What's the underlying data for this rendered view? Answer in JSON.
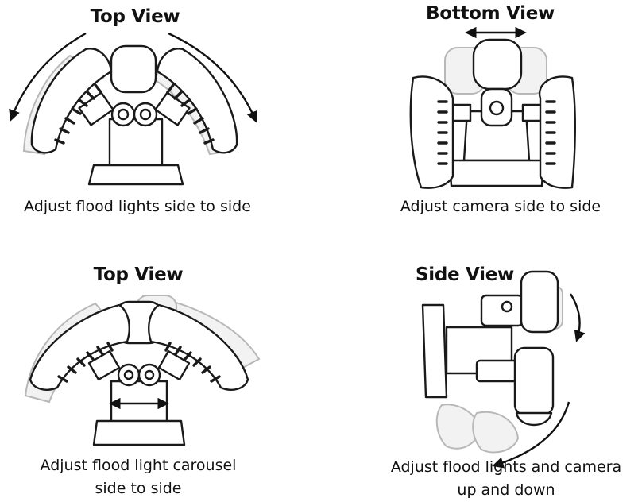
{
  "panels": {
    "p1": {
      "title": "Top View",
      "caption_lines": [
        "Adjust flood lights side to side"
      ]
    },
    "p2": {
      "title": "Bottom  View",
      "caption_lines": [
        "Adjust camera side to side"
      ]
    },
    "p3": {
      "title": "Top View",
      "caption_lines": [
        "Adjust flood light carousel",
        "side to side"
      ]
    },
    "p4": {
      "title": "Side View",
      "caption_lines": [
        "Adjust flood lights and camera",
        "up and down"
      ]
    }
  },
  "colors": {
    "outline": "#1a1a1a",
    "ghost": "#b8b8b8",
    "background": "#ffffff"
  }
}
